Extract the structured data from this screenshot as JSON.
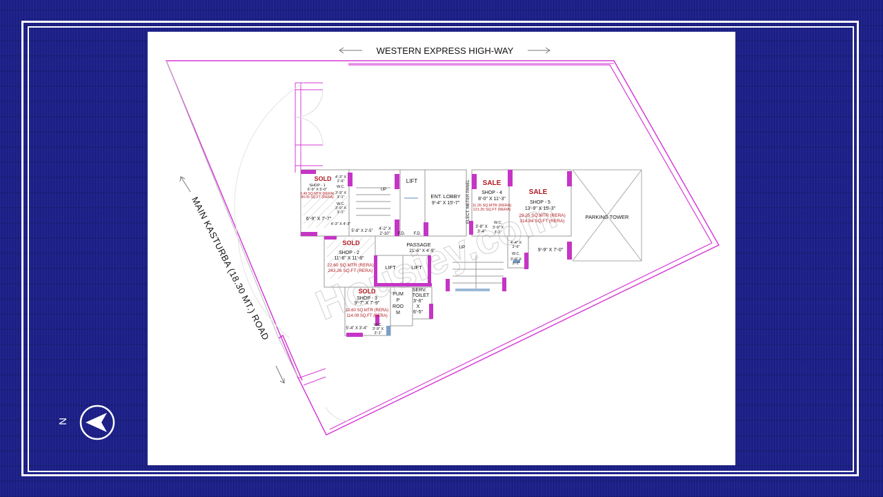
{
  "roads": {
    "top": "WESTERN EXPRESS HIGH-WAY",
    "left": "MAIN KASTURBA (18.30 MT.) ROAD"
  },
  "compass": {
    "letter": "N",
    "icon": "north-arrow-icon"
  },
  "watermark": "Housiey.com",
  "colors": {
    "background": "#1b1f86",
    "wall": "#d63ad6",
    "sold_red": "#b0191e",
    "sheet": "#ffffff"
  },
  "units": {
    "shop1": {
      "status": "SOLD",
      "name": "SHOP - 1",
      "dims": "6'-9\" X 6'-0\"",
      "rera_m": "6.49 SQ.MTR (RERA)",
      "rera_ft": "80.05 SQ.FT (RERA)",
      "room": "6'-9\" X 7'-7\""
    },
    "shop2": {
      "status": "SOLD",
      "name": "SHOP - 2",
      "dims": "11'-6\" X 11'-8\"",
      "rera_m": "22.60 SQ.MTR (RERA)",
      "rera_ft": "243.26 SQ.FT (RERA)"
    },
    "shop3": {
      "status": "SOLD",
      "name": "SHOP - 3",
      "dims": "9'-7\" X 7'-9\"",
      "rera_m": "10.60 SQ.MTR (RERA)",
      "rera_ft": "114.09 SQ.FT (RERA)",
      "room": "5'-4\" X 3'-4\""
    },
    "shop4": {
      "status": "SALE",
      "name": "SHOP - 4",
      "dims": "8'-0\" X 11'-3\"",
      "rera_m": "11.26 SQ.MTR (RERA)",
      "rera_ft": "121.20 SQ.FT (RERA)"
    },
    "shop5": {
      "status": "SALE",
      "name": "SHOP - 5",
      "dims": "13'-9\" X 15'-3\"",
      "rera_m": "29.25 SQ.MTR (RERA)",
      "rera_ft": "314.84 SQ.FT (RERA)",
      "room": "9'-9\" X 7'-0\""
    }
  },
  "rooms": {
    "lift_top": "LIFT",
    "ent_lobby": "ENT. LOBBY",
    "ent_lobby_dims": "9'-4\" X 15'-7\"",
    "elect_meter": "ELECT. METER PANEL",
    "parking_tower": "PARKING TOWER",
    "passage": "PASSAGE",
    "passage_dims": "21'-6\" X 4'-9\"",
    "lift_a": "LIFT",
    "lift_b": "LIFT",
    "pump_room": [
      "PUM",
      "P",
      "ROO",
      "M"
    ],
    "serv_toilet": [
      "SERV.",
      "TOILET",
      "3'-6\"",
      "X",
      "6'-5\""
    ],
    "up_stair": "UP",
    "up_mid": "UP",
    "fd1": "F.D.",
    "fd2": "F.D.",
    "small_dims_1": "5'-8\" X 2'-5\"",
    "small_dims_2": [
      "4'-2\" X",
      "2'-10\""
    ],
    "wc_left": [
      "4'-3\" X",
      "2'-6\"",
      "W.C.",
      "3'-9\" X",
      "3'-1\""
    ],
    "wc_left2": [
      "W.C.",
      "3'-9\" X",
      "3'-1\""
    ],
    "wc_left_bottom": "4'-3\" X 4'-3\"",
    "wc_shop3": [
      "W.C.",
      "3'-9\" X",
      "3'-1\""
    ],
    "wc_shop4": [
      "3'-8\" X",
      "3'-4\""
    ],
    "wc_shop4b": [
      "W.C.",
      "3'-9\" X",
      "3'-1\""
    ],
    "wc_shop5": [
      "4'-4\" X",
      "3'-6\"",
      "W.C.",
      "3'-9\" X",
      "3'-1\""
    ]
  }
}
